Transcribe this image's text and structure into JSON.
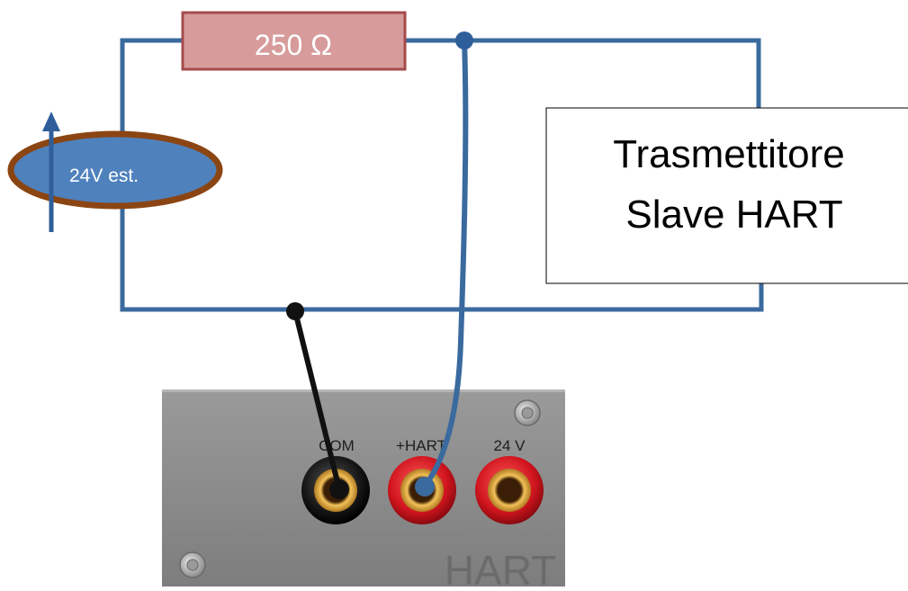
{
  "diagram": {
    "resistor_label": "250 Ω",
    "source_label": "24V est.",
    "transmitter_line1": "Trasmettitore",
    "transmitter_line2": "Slave HART",
    "terminal_com": "COM",
    "terminal_hart_plus": "+HART",
    "terminal_24v": "24 V",
    "panel_brand": "HART"
  },
  "colors": {
    "wire": "#3A6A9E",
    "resistor_fill": "#D79B9B",
    "resistor_border": "#A54B4B",
    "source_fill": "#4F81BD",
    "source_border": "#8B4513",
    "com_lead": "#111111",
    "panel": "#8E8E8E",
    "socket_red": "#D6202A",
    "socket_black": "#1A1A1A"
  }
}
